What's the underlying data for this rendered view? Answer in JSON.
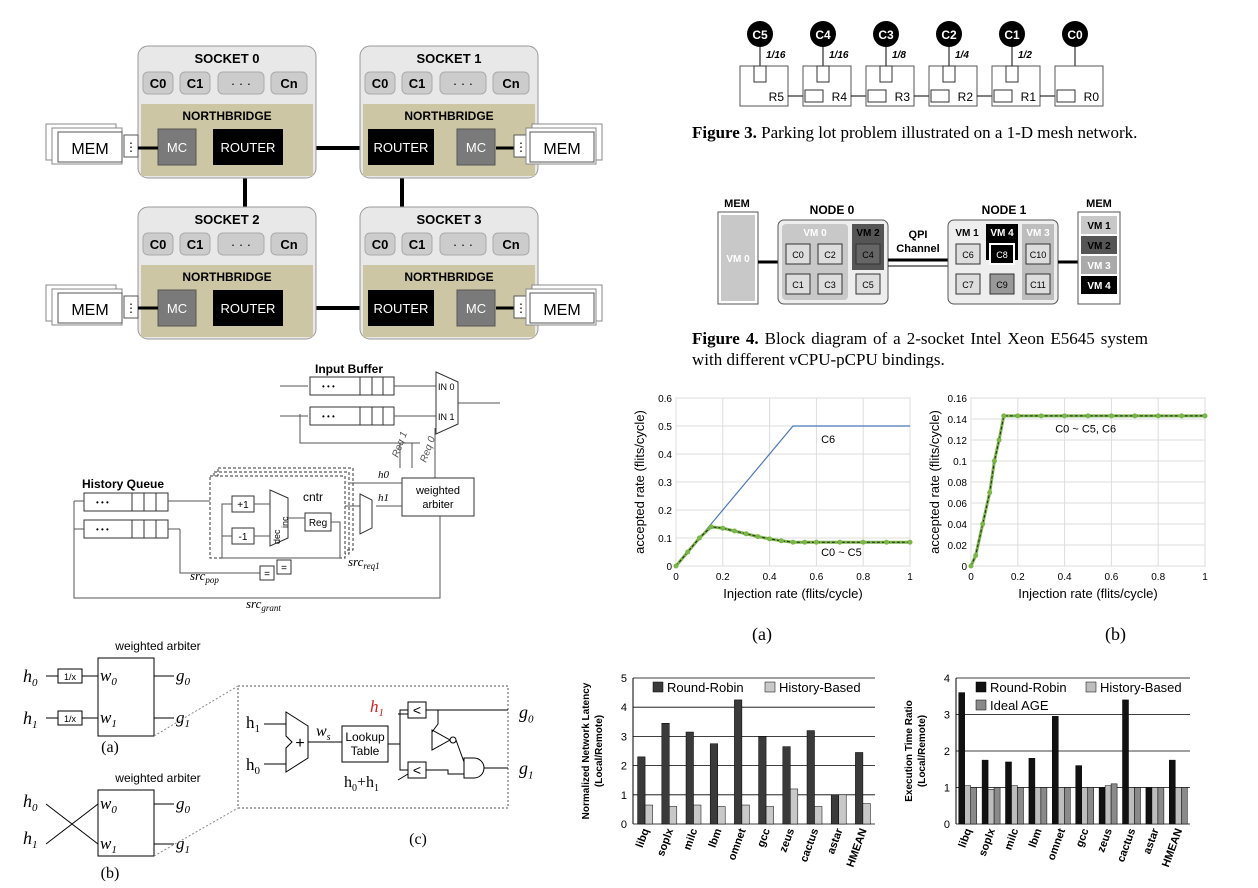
{
  "fig1": {
    "sockets": [
      {
        "title": "SOCKET 0"
      },
      {
        "title": "SOCKET 1"
      },
      {
        "title": "SOCKET 2"
      },
      {
        "title": "SOCKET 3"
      }
    ],
    "cores": [
      "C0",
      "C1",
      "· · ·",
      "Cn"
    ],
    "northbridge": "NORTHBRIDGE",
    "mc": "MC",
    "router": "ROUTER",
    "mem": "MEM",
    "dots": "⋮"
  },
  "fig_router": {
    "input_buffer": "Input Buffer",
    "history_queue": "History Queue",
    "dots": "• • •",
    "in0": "IN 0",
    "in1": "IN 1",
    "req1": "Req 1",
    "req0": "Req 0",
    "h0": "h0",
    "h1": "h1",
    "arbiter": [
      "weighted",
      "arbiter"
    ],
    "plus1": "+1",
    "minus1": "-1",
    "dec": "dec",
    "inc": "inc",
    "reg": "Reg",
    "cntr": "cntr",
    "eq": "=",
    "src_pop": "src",
    "src_pop_sub": "pop",
    "src_req": "src",
    "src_req_sub": "req1",
    "src_grant": "src",
    "src_grant_sub": "grant"
  },
  "fig_arb": {
    "title_a": "weighted arbiter",
    "title_b": "weighted arbiter",
    "h0": "h",
    "h0_sub": "0",
    "h1": "h",
    "h1_sub": "1",
    "w0": "w",
    "w0_sub": "0",
    "w1": "w",
    "w1_sub": "1",
    "g0": "g",
    "g0_sub": "0",
    "g1": "g",
    "g1_sub": "1",
    "inv": "1/x",
    "label_a": "(a)",
    "label_b": "(b)",
    "label_c": "(c)",
    "plus": "+",
    "ws": "w",
    "ws_sub": "s",
    "lookup1": "Lookup",
    "lookup2": "Table",
    "h1_red": "h",
    "h1_red_sub": "1",
    "sum": "h",
    "sum_sub0": "0",
    "sum_plus": "+h",
    "sum_sub1": "1",
    "lt": "<"
  },
  "fig3": {
    "cores": [
      "C5",
      "C4",
      "C3",
      "C2",
      "C1",
      "C0"
    ],
    "fractions": [
      "1/16",
      "1/16",
      "1/8",
      "1/4",
      "1/2"
    ],
    "routers": [
      "R5",
      "R4",
      "R3",
      "R2",
      "R1",
      "R0"
    ],
    "caption_bold": "Figure 3.",
    "caption": " Parking lot problem illustrated on a 1-D mesh network."
  },
  "fig4": {
    "mem_left": "MEM",
    "vm0_left": "VM 0",
    "node0": "NODE 0",
    "node1": "NODE 1",
    "qpi1": "QPI",
    "qpi2": "Channel",
    "vm0": "VM 0",
    "vm2": "VM 2",
    "vm1": "VM 1",
    "vm4": "VM 4",
    "vm3": "VM 3",
    "node0_cores": [
      "C0",
      "C2",
      "C4",
      "C1",
      "C3",
      "C5"
    ],
    "node1_cores": [
      "C6",
      "C8",
      "C10",
      "C7",
      "C9",
      "C11"
    ],
    "mem_right": "MEM",
    "mem_vms": [
      "VM 1",
      "VM 2",
      "VM 3",
      "VM 4"
    ],
    "caption_bold": "Figure 4.",
    "caption": " Block diagram of a 2-socket Intel Xeon E5645 system with different vCPU-pCPU bindings."
  },
  "colors": {
    "blue_line": "#4a78b8",
    "green_line": "#7ab648",
    "dark_bar": "#3a3a3a",
    "light_bar": "#c8c8c8",
    "mid_bar": "#8a8a8a",
    "northbridge": "#cdc6a4"
  },
  "chart_data": [
    {
      "type": "line",
      "label": "(a)",
      "xlabel": "Injection rate (flits/cycle)",
      "ylabel": "accepted rate (flits/cycle)",
      "xlim": [
        0,
        1
      ],
      "ylim": [
        0,
        0.6
      ],
      "xticks": [
        "0",
        "0.2",
        "0.4",
        "0.6",
        "0.8",
        "1"
      ],
      "yticks": [
        "0",
        "0.1",
        "0.2",
        "0.3",
        "0.4",
        "0.5",
        "0.6"
      ],
      "grid": true,
      "series": [
        {
          "name": "C6",
          "color": "#4a78b8",
          "x": [
            0,
            0.1,
            0.2,
            0.3,
            0.4,
            0.5,
            0.6,
            0.7,
            0.8,
            0.9,
            1.0
          ],
          "y": [
            0,
            0.1,
            0.2,
            0.3,
            0.4,
            0.5,
            0.5,
            0.5,
            0.5,
            0.5,
            0.5
          ]
        },
        {
          "name": "C0 ~ C5",
          "color": "#7ab648",
          "x": [
            0,
            0.05,
            0.1,
            0.15,
            0.2,
            0.25,
            0.3,
            0.35,
            0.4,
            0.45,
            0.5,
            0.55,
            0.6,
            0.7,
            0.8,
            0.9,
            1.0
          ],
          "y": [
            0,
            0.05,
            0.1,
            0.14,
            0.135,
            0.125,
            0.115,
            0.105,
            0.097,
            0.09,
            0.085,
            0.085,
            0.085,
            0.085,
            0.085,
            0.085,
            0.085
          ]
        }
      ]
    },
    {
      "type": "line",
      "label": "(b)",
      "xlabel": "Injection rate (flits/cycle)",
      "ylabel": "accepted rate (flits/cycle)",
      "xlim": [
        0,
        1
      ],
      "ylim": [
        0,
        0.16
      ],
      "xticks": [
        "0",
        "0.2",
        "0.4",
        "0.6",
        "0.8",
        "1"
      ],
      "yticks": [
        "0",
        "0.02",
        "0.04",
        "0.06",
        "0.08",
        "0.1",
        "0.12",
        "0.14",
        "0.16"
      ],
      "grid": true,
      "series": [
        {
          "name": "C0 ~ C5, C6",
          "color": "#7ab648",
          "x": [
            0,
            0.02,
            0.05,
            0.08,
            0.1,
            0.12,
            0.14,
            0.2,
            0.3,
            0.4,
            0.5,
            0.6,
            0.7,
            0.8,
            0.9,
            1.0
          ],
          "y": [
            0,
            0.01,
            0.04,
            0.07,
            0.1,
            0.12,
            0.143,
            0.143,
            0.143,
            0.143,
            0.143,
            0.143,
            0.143,
            0.143,
            0.143,
            0.143
          ]
        }
      ]
    },
    {
      "type": "bar",
      "ylabel": "Normalized Network Latency (Local/Remote)",
      "ylim": [
        0,
        5
      ],
      "yticks": [
        "0",
        "1",
        "2",
        "3",
        "4",
        "5"
      ],
      "categories": [
        "libq",
        "soplx",
        "milc",
        "lbm",
        "omnet",
        "gcc",
        "zeus",
        "cactus",
        "astar",
        "HMEAN"
      ],
      "series": [
        {
          "name": "Round-Robin",
          "color": "#3a3a3a",
          "values": [
            2.3,
            3.45,
            3.15,
            2.75,
            4.25,
            3.0,
            2.65,
            3.2,
            1.0,
            2.45
          ]
        },
        {
          "name": "History-Based",
          "color": "#c8c8c8",
          "values": [
            0.65,
            0.6,
            0.65,
            0.6,
            0.65,
            0.6,
            1.2,
            0.6,
            1.0,
            0.7
          ]
        }
      ]
    },
    {
      "type": "bar",
      "ylabel": "Execution Time Ratio (Local/Remote)",
      "ylim": [
        0,
        4
      ],
      "yticks": [
        "0",
        "1",
        "2",
        "3",
        "4"
      ],
      "categories": [
        "libq",
        "soplx",
        "milc",
        "lbm",
        "omnet",
        "gcc",
        "zeus",
        "cactus",
        "astar",
        "HMEAN"
      ],
      "series": [
        {
          "name": "Round-Robin",
          "color": "#111111",
          "values": [
            3.6,
            1.75,
            1.7,
            1.8,
            2.95,
            1.6,
            1.0,
            3.4,
            1.0,
            1.75
          ]
        },
        {
          "name": "History-Based",
          "color": "#bdbdbd",
          "values": [
            1.05,
            0.95,
            1.05,
            1.0,
            1.0,
            1.0,
            1.05,
            1.0,
            1.0,
            1.0
          ]
        },
        {
          "name": "Ideal AGE",
          "color": "#8a8a8a",
          "values": [
            1.0,
            1.0,
            1.0,
            1.0,
            1.0,
            1.0,
            1.1,
            1.0,
            1.0,
            1.0
          ]
        }
      ]
    }
  ]
}
